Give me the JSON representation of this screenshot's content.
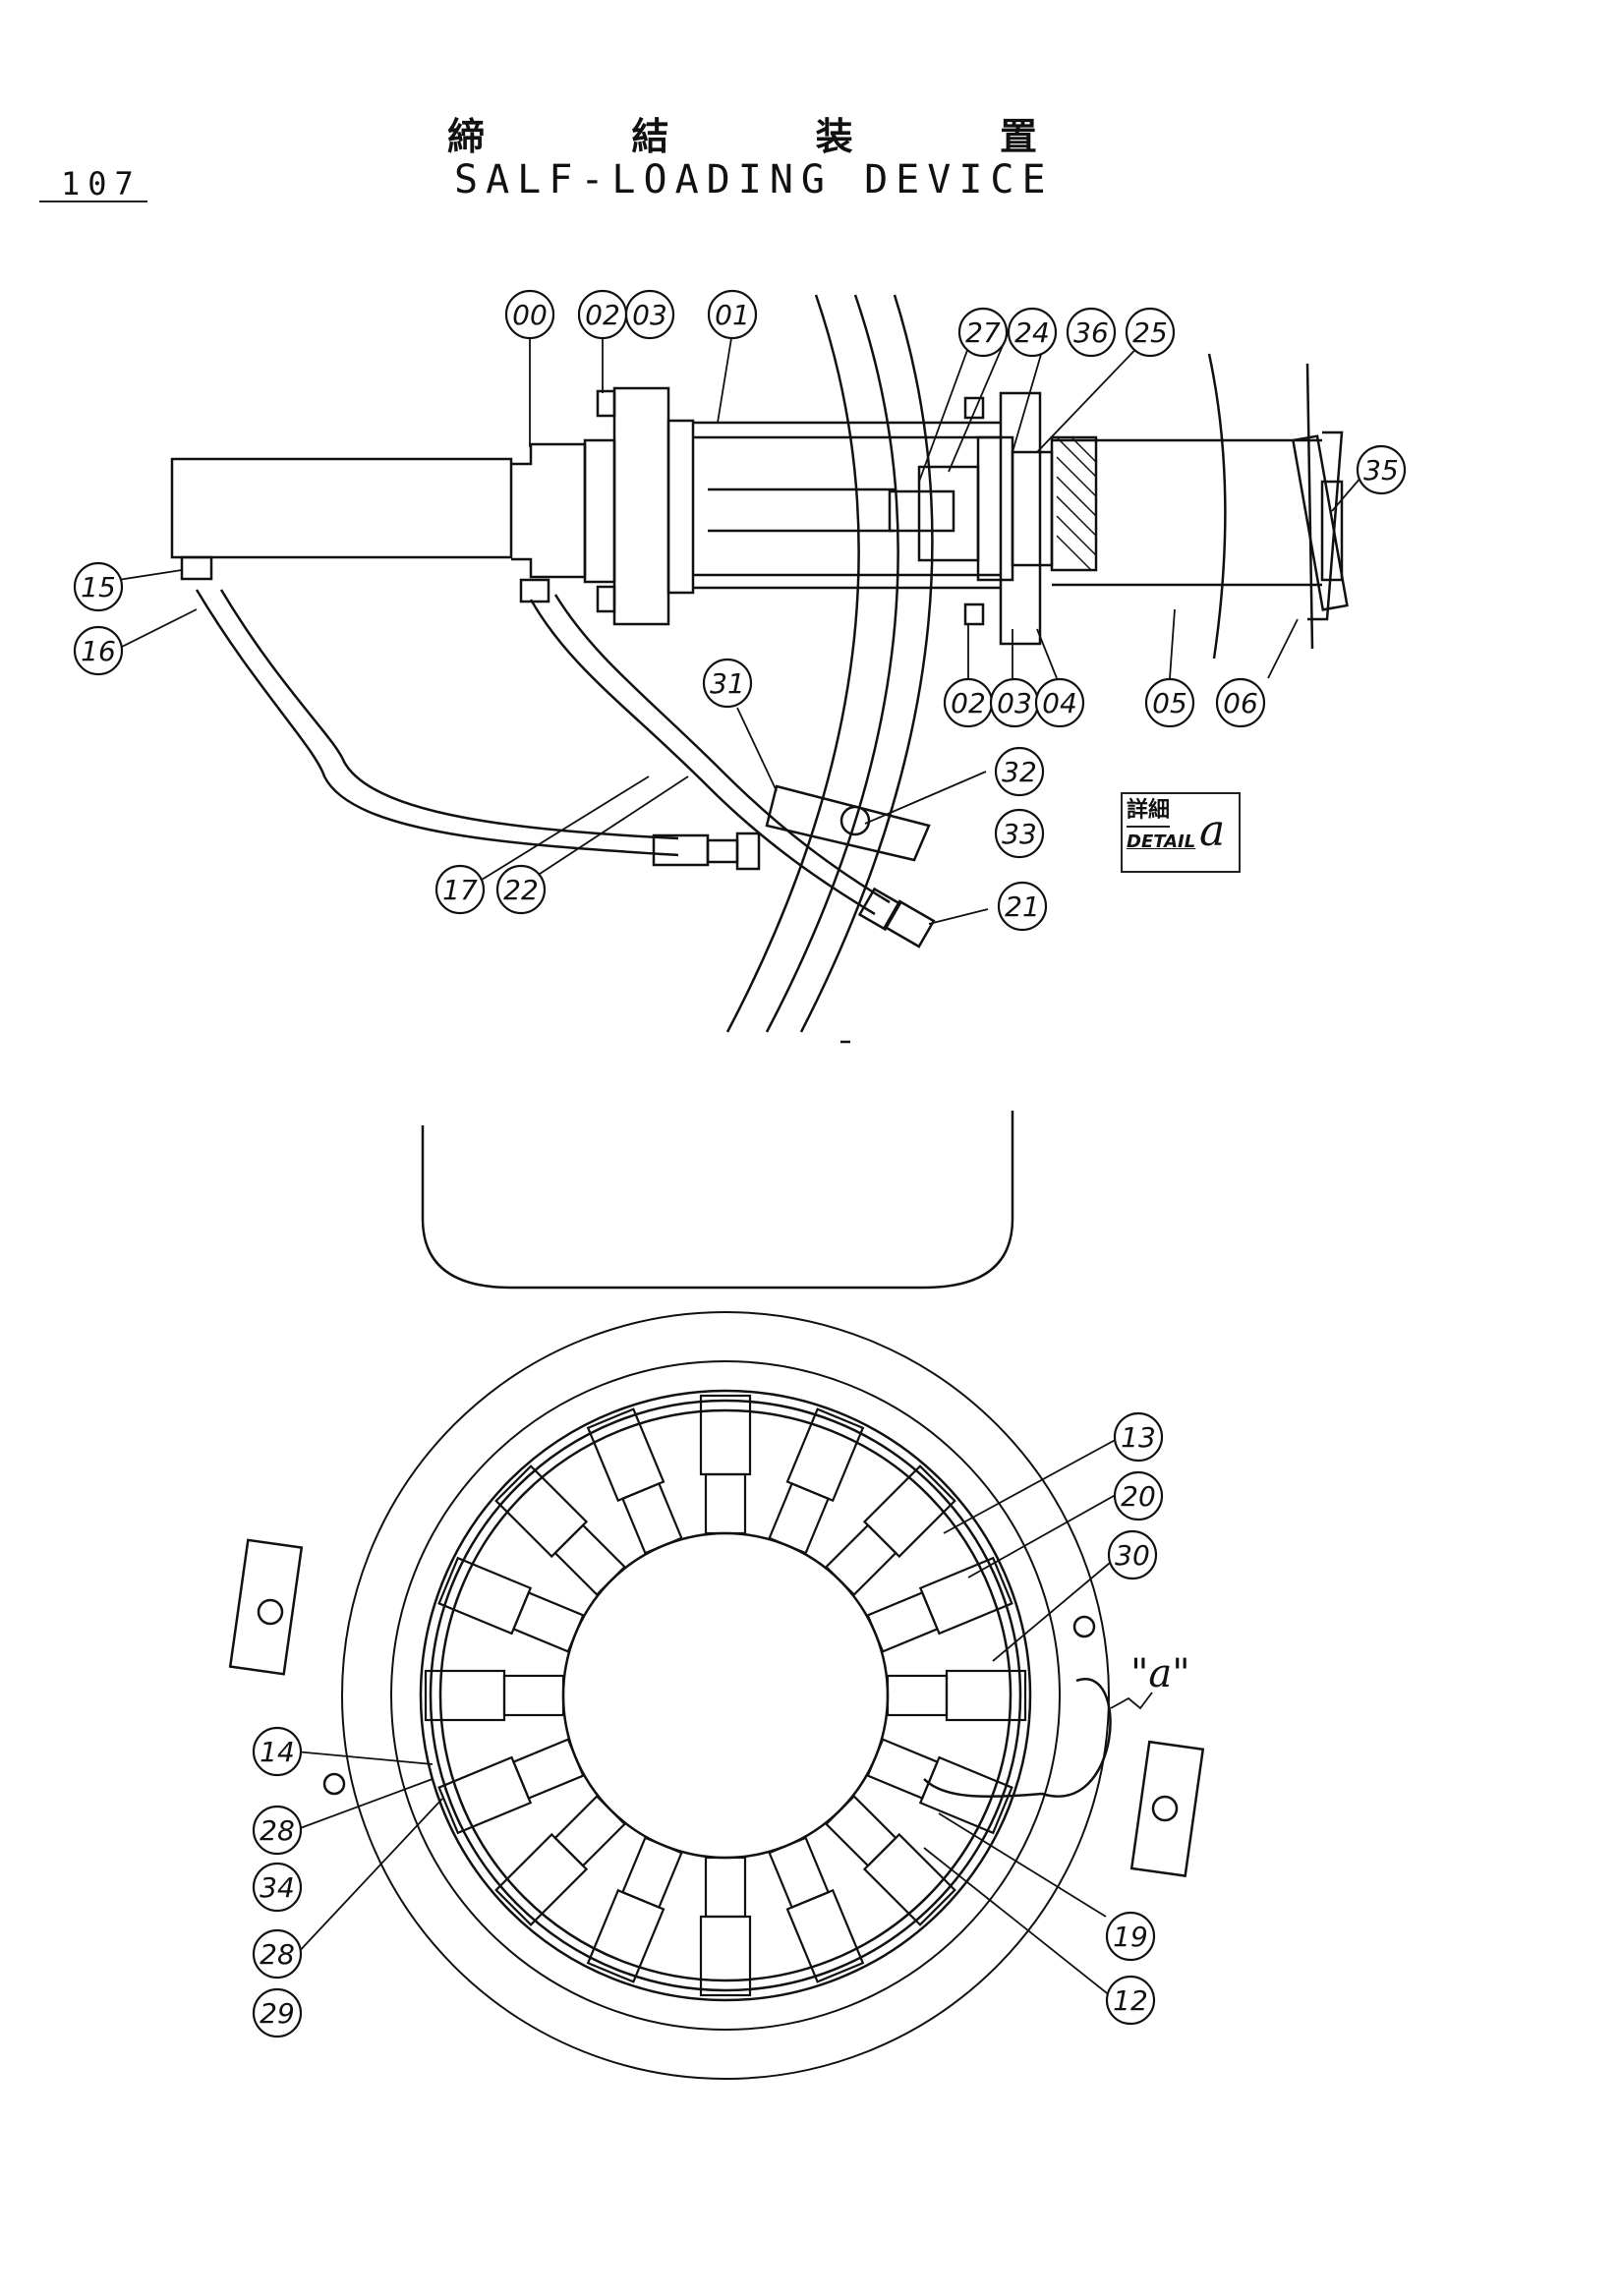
{
  "page_number": "107",
  "title_jp": [
    "締",
    "結",
    "装",
    "置"
  ],
  "title_en": "SALF-LOADING DEVICE",
  "detail_label": {
    "jp": "詳細",
    "en": "DETAIL",
    "letter": "a"
  },
  "detail_ref": "\"a\"",
  "callouts_top": [
    "00",
    "02",
    "03",
    "01",
    "27",
    "24",
    "36",
    "25",
    "35",
    "15",
    "16",
    "31",
    "02",
    "03",
    "04",
    "05",
    "06",
    "32",
    "33",
    "17",
    "22",
    "21"
  ],
  "callouts_bottom": [
    "13",
    "20",
    "30",
    "14",
    "28",
    "34",
    "28",
    "29",
    "19",
    "12"
  ],
  "colors": {
    "ink": "#111111",
    "paper": "#ffffff"
  }
}
